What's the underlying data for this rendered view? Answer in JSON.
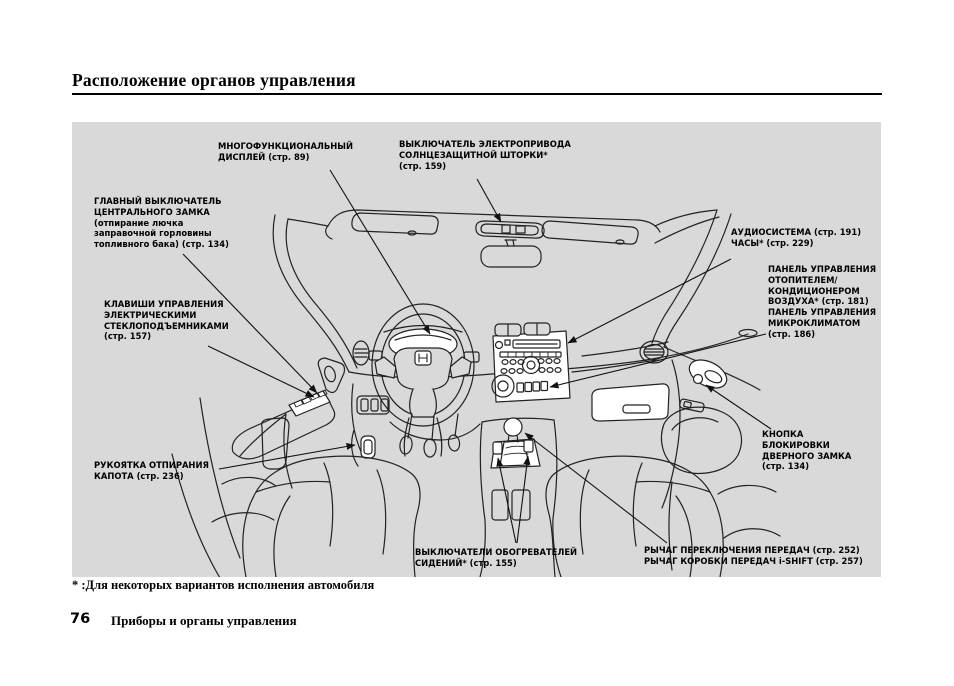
{
  "colors": {
    "page_bg": "#ffffff",
    "diagram_bg": "#d9d9d9",
    "ink": "#222222",
    "text": "#000000"
  },
  "header": {
    "title": "Расположение органов управления"
  },
  "diagram": {
    "labels": [
      {
        "name": "multifunction-display",
        "text": "МНОГОФУНКЦИОНАЛЬНЫЙ\nДИСПЛЕЙ (стр. 89)"
      },
      {
        "name": "sunshade-power-switch",
        "text": "ВЫКЛЮЧАТЕЛЬ ЭЛЕКТРОПРИВОДА\nСОЛНЦЕЗАЩИТНОЙ ШТОРКИ*\n(стр. 159)"
      },
      {
        "name": "central-lock-master-switch",
        "text": "ГЛАВНЫЙ ВЫКЛЮЧАТЕЛЬ\nЦЕНТРАЛЬНОГО ЗАМКА\n(отпирание лючка\nзаправочной горловины\nтопливного бака) (стр. 134)"
      },
      {
        "name": "audio-system-clock",
        "text": "АУДИОСИСТЕМА (стр. 191)\nЧАСЫ* (стр. 229)"
      },
      {
        "name": "hvac-control-panel",
        "text": "ПАНЕЛЬ УПРАВЛЕНИЯ\nОТОПИТЕЛЕМ/\nКОНДИЦИОНЕРОМ\nВОЗДУХА* (стр. 181)\nПАНЕЛЬ УПРАВЛЕНИЯ\nМИКРОКЛИМАТОМ\n(стр. 186)"
      },
      {
        "name": "power-window-switches",
        "text": "КЛАВИШИ УПРАВЛЕНИЯ\nЭЛЕКТРИЧЕСКИМИ\nСТЕКЛОПОДЪЕМНИКАМИ\n(стр. 157)"
      },
      {
        "name": "hood-release-handle",
        "text": "РУКОЯТКА ОТПИРАНИЯ\nКАПОТА (стр. 236)"
      },
      {
        "name": "seat-heater-switches",
        "text": "ВЫКЛЮЧАТЕЛИ ОБОГРЕВАТЕЛЕЙ\nСИДЕНИЙ* (стр. 155)"
      },
      {
        "name": "gear-shift-lever",
        "text": "РЫЧАГ ПЕРЕКЛЮЧЕНИЯ ПЕРЕДАЧ (стр. 252)\nРЫЧАГ КОРОБКИ ПЕРЕДАЧ i-SHIFT (стр. 257)"
      },
      {
        "name": "door-lock-knob",
        "text": "КНОПКА\nБЛОКИРОВКИ\nДВЕРНОГО ЗАМКА\n(стр. 134)"
      }
    ]
  },
  "footer": {
    "footnote": "* :Для некоторых вариантов исполнения автомобиля",
    "page_number": "76",
    "section": "Приборы и органы управления"
  }
}
